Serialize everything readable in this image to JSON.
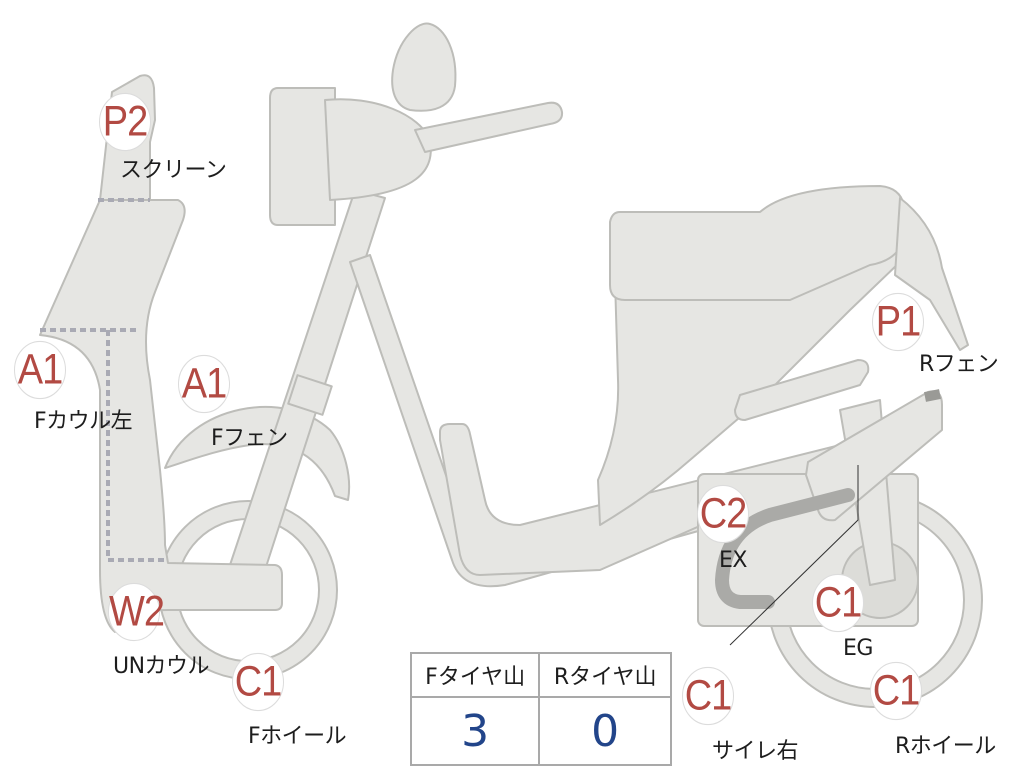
{
  "markers": [
    {
      "id": "p2-screen",
      "code": "P2",
      "label": "スクリーン"
    },
    {
      "id": "a1-fcowl-left",
      "code": "A1",
      "label": "Fカウル左"
    },
    {
      "id": "a1-ffender",
      "code": "A1",
      "label": "Fフェン"
    },
    {
      "id": "w2-under-cowl",
      "code": "W2",
      "label": "UNカウル"
    },
    {
      "id": "c1-fwheel",
      "code": "C1",
      "label": "Fホイール"
    },
    {
      "id": "p1-rfender",
      "code": "P1",
      "label": "Rフェン"
    },
    {
      "id": "c2-exhaust",
      "code": "C2",
      "label": "EX"
    },
    {
      "id": "c1-engine",
      "code": "C1",
      "label": "EG"
    },
    {
      "id": "c1-silencer-right",
      "code": "C1",
      "label": "サイレ右"
    },
    {
      "id": "c1-rwheel",
      "code": "C1",
      "label": "Rホイール"
    }
  ],
  "tire_table": {
    "front_header": "Fタイヤ山",
    "rear_header": "Rタイヤ山",
    "front_value": "3",
    "rear_value": "0"
  },
  "colors": {
    "part_fill": "#e6e6e3",
    "part_stroke": "#bdbdb9",
    "code_text": "#b24a43",
    "value_text": "#22458a"
  }
}
